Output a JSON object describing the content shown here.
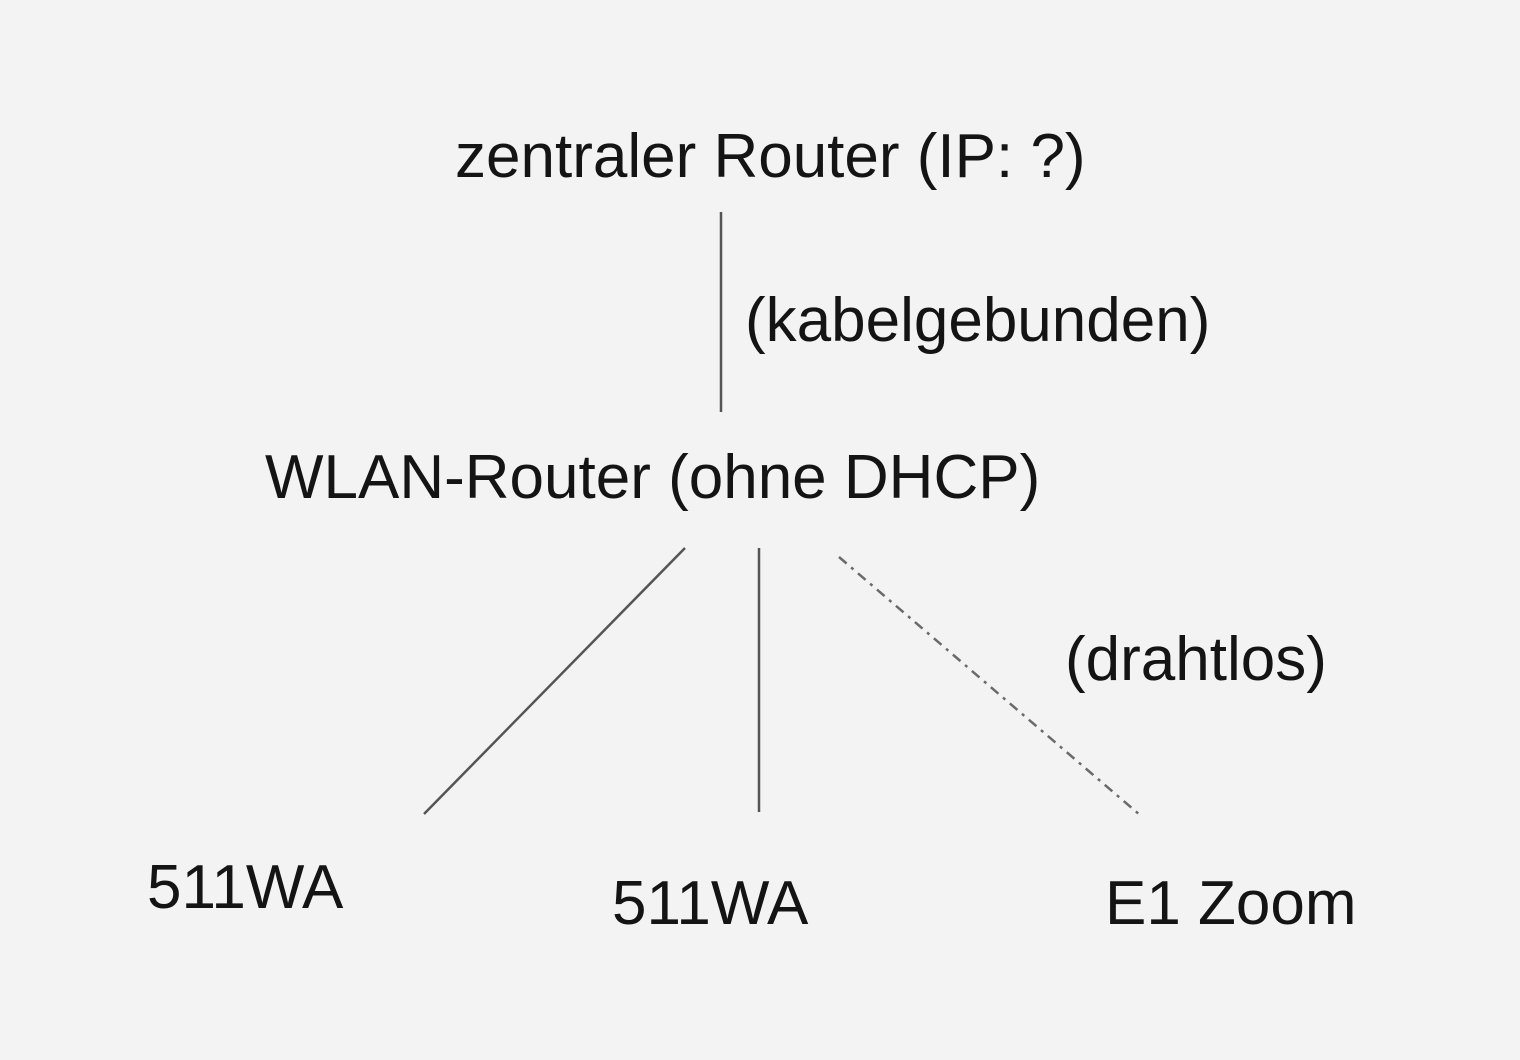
{
  "diagram": {
    "nodes": {
      "central_router": "zentraler Router (IP: ?)",
      "wlan_router": "WLAN-Router (ohne DHCP)",
      "device_1": "511WA",
      "device_2": "511WA",
      "device_3": "E1 Zoom"
    },
    "edge_labels": {
      "wired": "(kabelgebunden)",
      "wireless": "(drahtlos)"
    },
    "colors": {
      "background": "#f3f3f3",
      "text": "#141414",
      "line": "#555555",
      "dashed_line": "#6a6a6a"
    }
  }
}
